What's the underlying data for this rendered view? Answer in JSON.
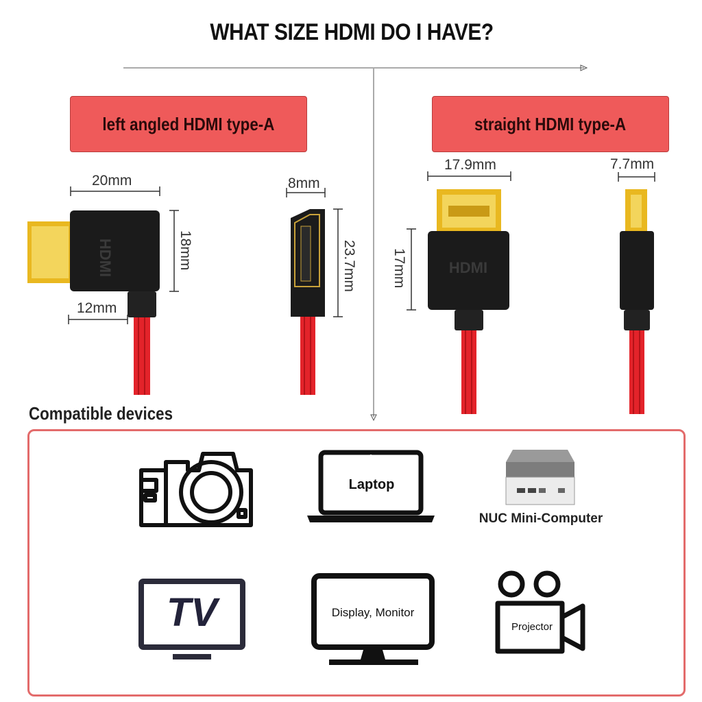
{
  "title": "WHAT SIZE HDMI DO I HAVE?",
  "left_section": {
    "label": "left angled HDMI type-A",
    "dims": {
      "width_top": "20mm",
      "height_right": "18mm",
      "width_bottom": "12mm",
      "side_width": "8mm",
      "side_height": "23.7mm"
    },
    "logo_text": "HDMI"
  },
  "right_section": {
    "label": "straight HDMI type-A",
    "dims": {
      "width_top": "17.9mm",
      "side_width": "7.7mm",
      "height_left": "17mm"
    },
    "logo_text": "HDMI"
  },
  "compatible": {
    "heading": "Compatible devices",
    "devices": [
      {
        "icon": "camera-icon",
        "label": ""
      },
      {
        "icon": "laptop-icon",
        "label": "Laptop"
      },
      {
        "icon": "mini-computer-icon",
        "label": "NUC Mini-Computer"
      },
      {
        "icon": "tv-icon",
        "label": "TV"
      },
      {
        "icon": "monitor-icon",
        "label": "Display, Monitor"
      },
      {
        "icon": "projector-icon",
        "label": "Projector"
      }
    ]
  },
  "colors": {
    "accent": "#ef5a5a",
    "border": "#e36b6b",
    "cable": "#e3232a",
    "gold": "#e9b820"
  }
}
